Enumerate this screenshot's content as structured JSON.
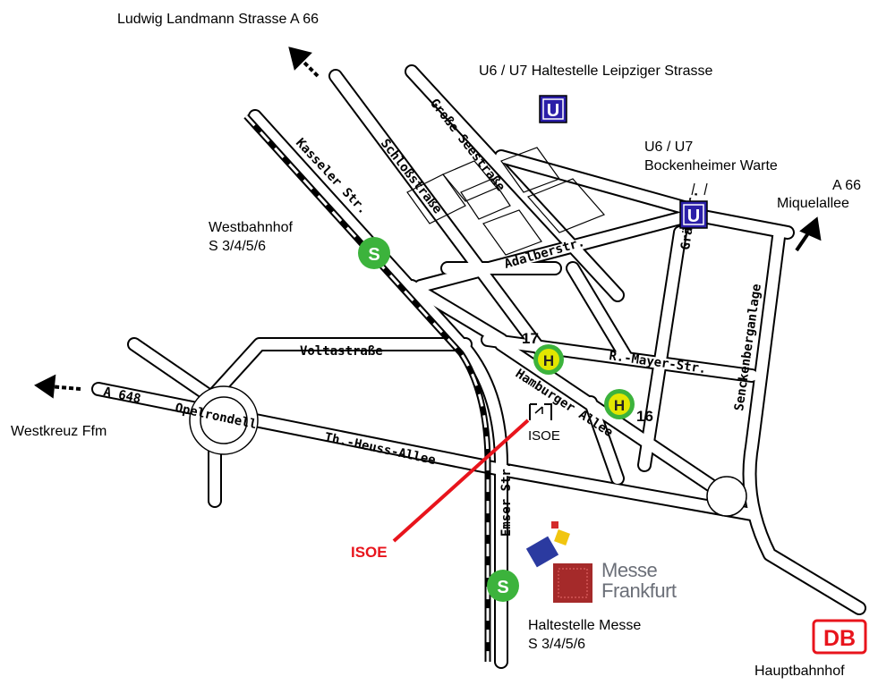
{
  "labels": {
    "ludwig": "Ludwig Landmann Strasse A 66",
    "u_leipziger": "U6 / U7 Haltestelle Leipziger Strasse",
    "u_bockenheimer_1": "U6 / U7",
    "u_bockenheimer_2": "Bockenheimer Warte",
    "a66_1": "A 66",
    "a66_2": "Miquelallee",
    "westbahnhof_1": "Westbahnhof",
    "westbahnhof_2": "S 3/4/5/6",
    "westkreuz": "Westkreuz Ffm",
    "isoe_small": "ISOE",
    "isoe_red": "ISOE",
    "messe_stop_1": "Haltestelle Messe",
    "messe_stop_2": "S 3/4/5/6",
    "hauptbahnhof": "Hauptbahnhof",
    "stop17": "17",
    "stop16": "16",
    "messe_1": "Messe",
    "messe_2": "Frankfurt"
  },
  "streets": {
    "grosse_seestrasse": "Große Seestraße",
    "schlossstrasse": "Schloßstraße",
    "kasseler_str": "Kasseler Str.",
    "adalberstr": "Adalberstr.",
    "gralfstr": "Gräfstr.",
    "senckenberganlage": "Senckenberganlage",
    "r_mayer_str": "R.-Mayer-Str.",
    "voltastrasse": "Voltastraße",
    "hamburger_allee": "Hamburger Allee",
    "a648": "A 648",
    "opelrondell": "Opelrondell",
    "th_heuss_allee": "Th.-Heuss-Allee",
    "emser_str": "Emser Str."
  },
  "icons": {
    "u_symbol": "U",
    "s_symbol": "S",
    "h_symbol": "H",
    "db_symbol": "DB"
  },
  "colors": {
    "ubahn": "#2b1fa8",
    "sbahn": "#3cb33c",
    "bus": "#e2e600",
    "db": "#e8141c",
    "isoe_line": "#e8141c"
  }
}
